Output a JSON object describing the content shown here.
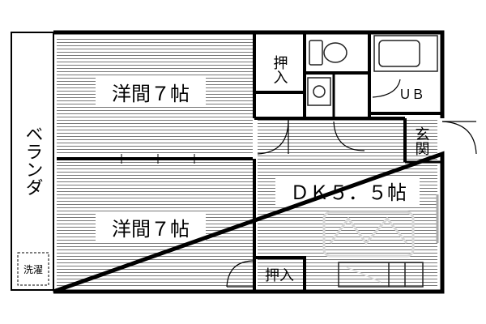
{
  "floor_plan": {
    "rooms": {
      "western_room_upper": "洋間７帖",
      "western_room_lower": "洋間７帖",
      "dining_kitchen": "ＤＫ５．５帖",
      "closet_upper": "押入",
      "closet_lower": "押入",
      "unit_bath": "ＵＢ",
      "entrance": "玄関",
      "veranda": "ベランダ",
      "washing_machine": "洗濯"
    },
    "colors": {
      "wall": "#000000",
      "floor_lines": "#444444",
      "fixture": "#222222",
      "watermark": "#d8d8d8"
    },
    "icons": [
      "toilet-icon",
      "bathtub-icon",
      "sink-icon",
      "kitchen-counter-icon"
    ]
  }
}
